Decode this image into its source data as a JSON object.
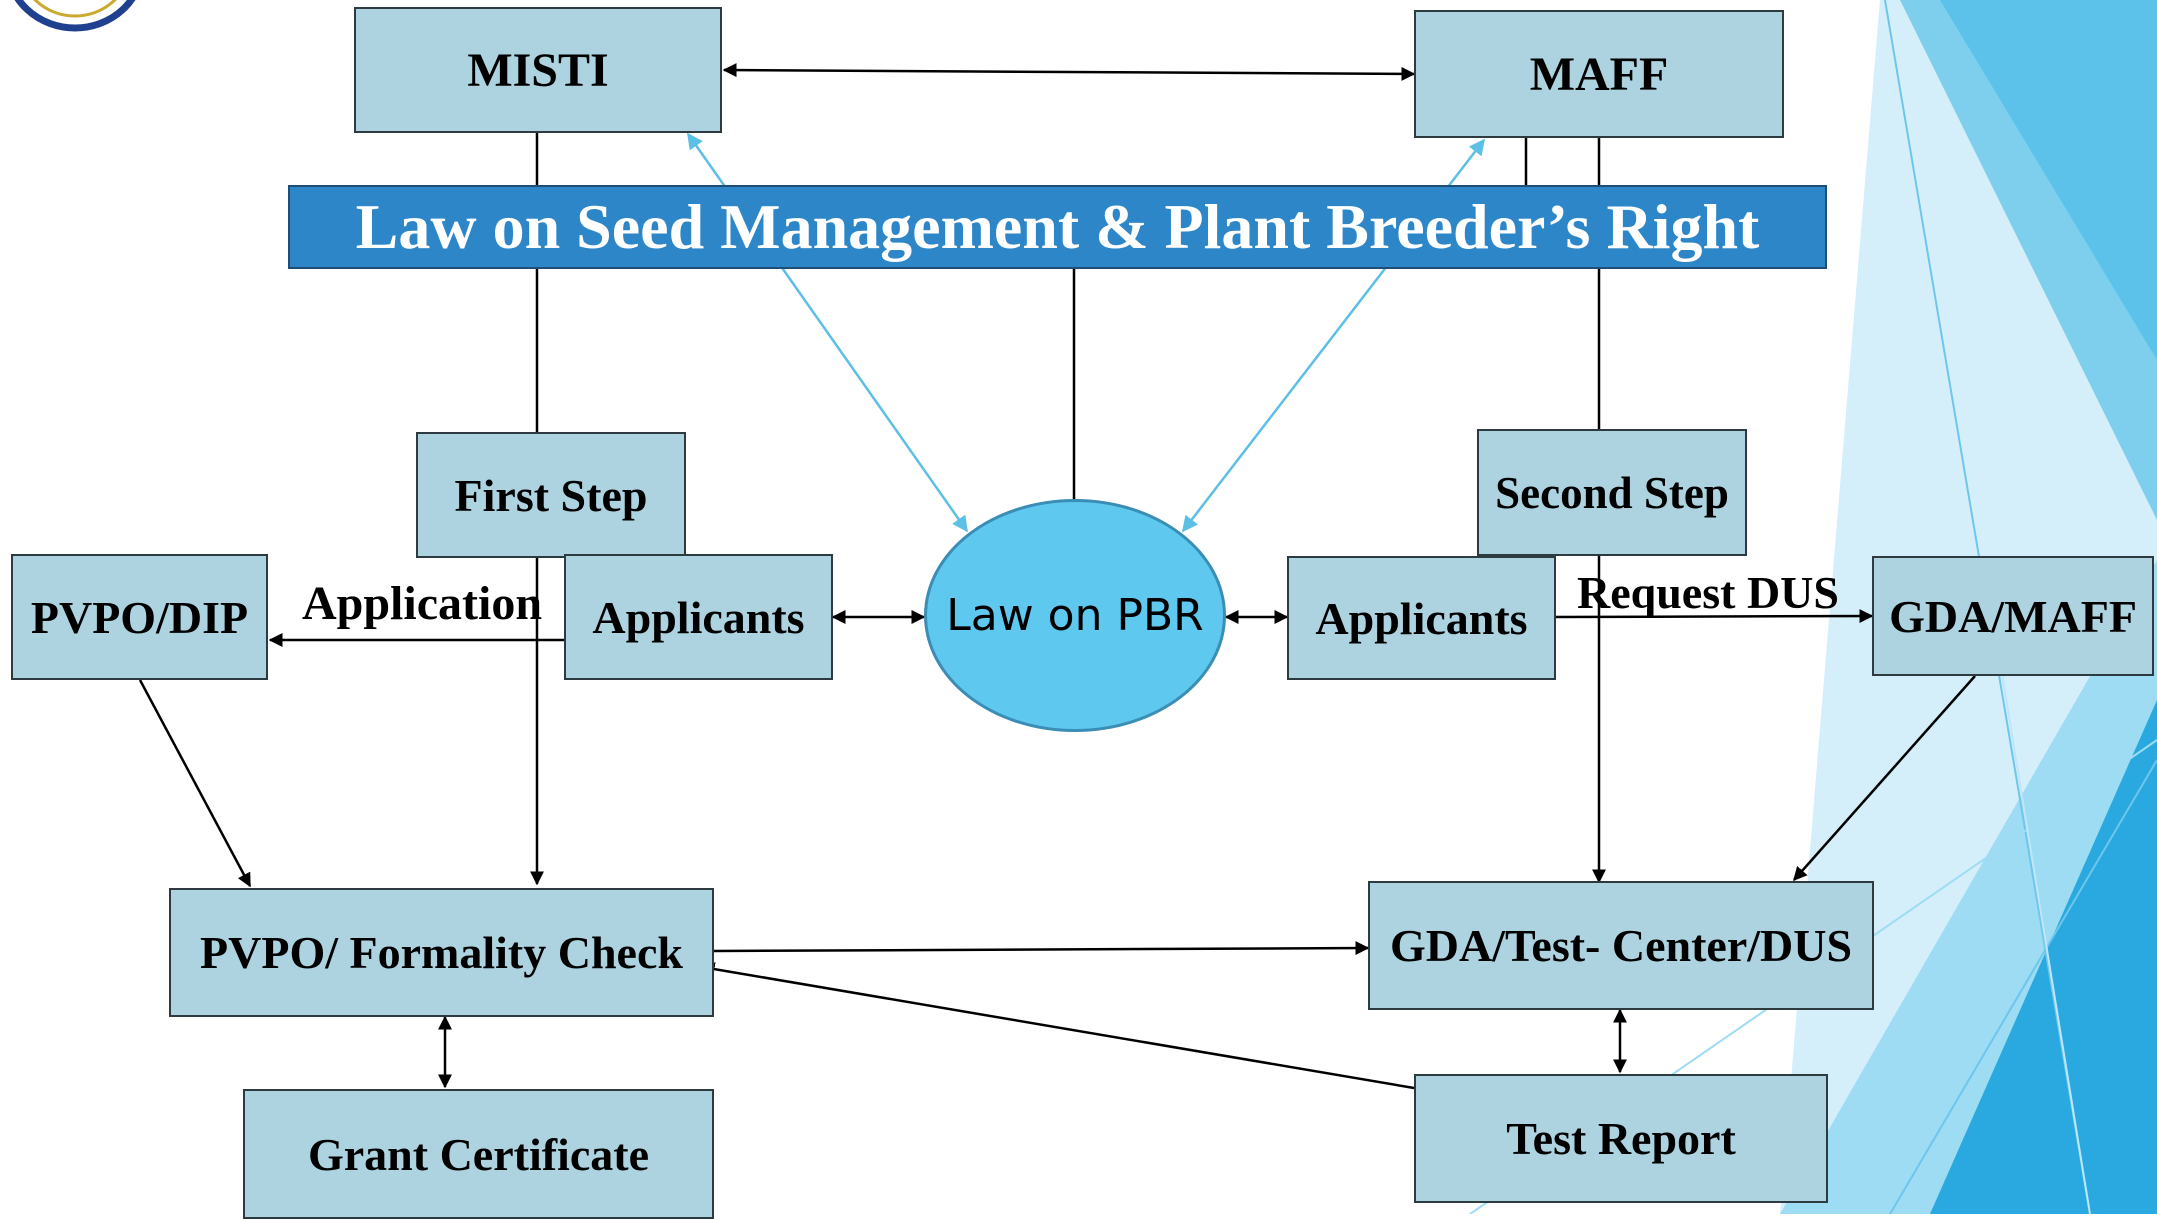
{
  "banner": {
    "title": "Law on Seed Management & Plant Breeder’s Right"
  },
  "center": {
    "label": "Law on PBR"
  },
  "nodes": {
    "misti": "MISTI",
    "maff": "MAFF",
    "first_step": "First Step",
    "second_step": "Second Step",
    "pvpo_dip": "PVPO/DIP",
    "applicants_left": "Applicants",
    "applicants_right": "Applicants",
    "gda_maff": "GDA/MAFF",
    "pvpo_formality": "PVPO/ Formality Check",
    "gda_test_center": "GDA/Test- Center/DUS",
    "grant_certificate": "Grant Certificate",
    "test_report": "Test Report"
  },
  "edge_labels": {
    "application": "Application",
    "request_dus": "Request DUS"
  },
  "colors": {
    "box_fill": "#add3e0",
    "banner_fill": "#2d86c7",
    "oval_fill": "#5ec8ee",
    "cyan_arrow": "#5bbfe6",
    "decor_blue": "#29a9df"
  }
}
